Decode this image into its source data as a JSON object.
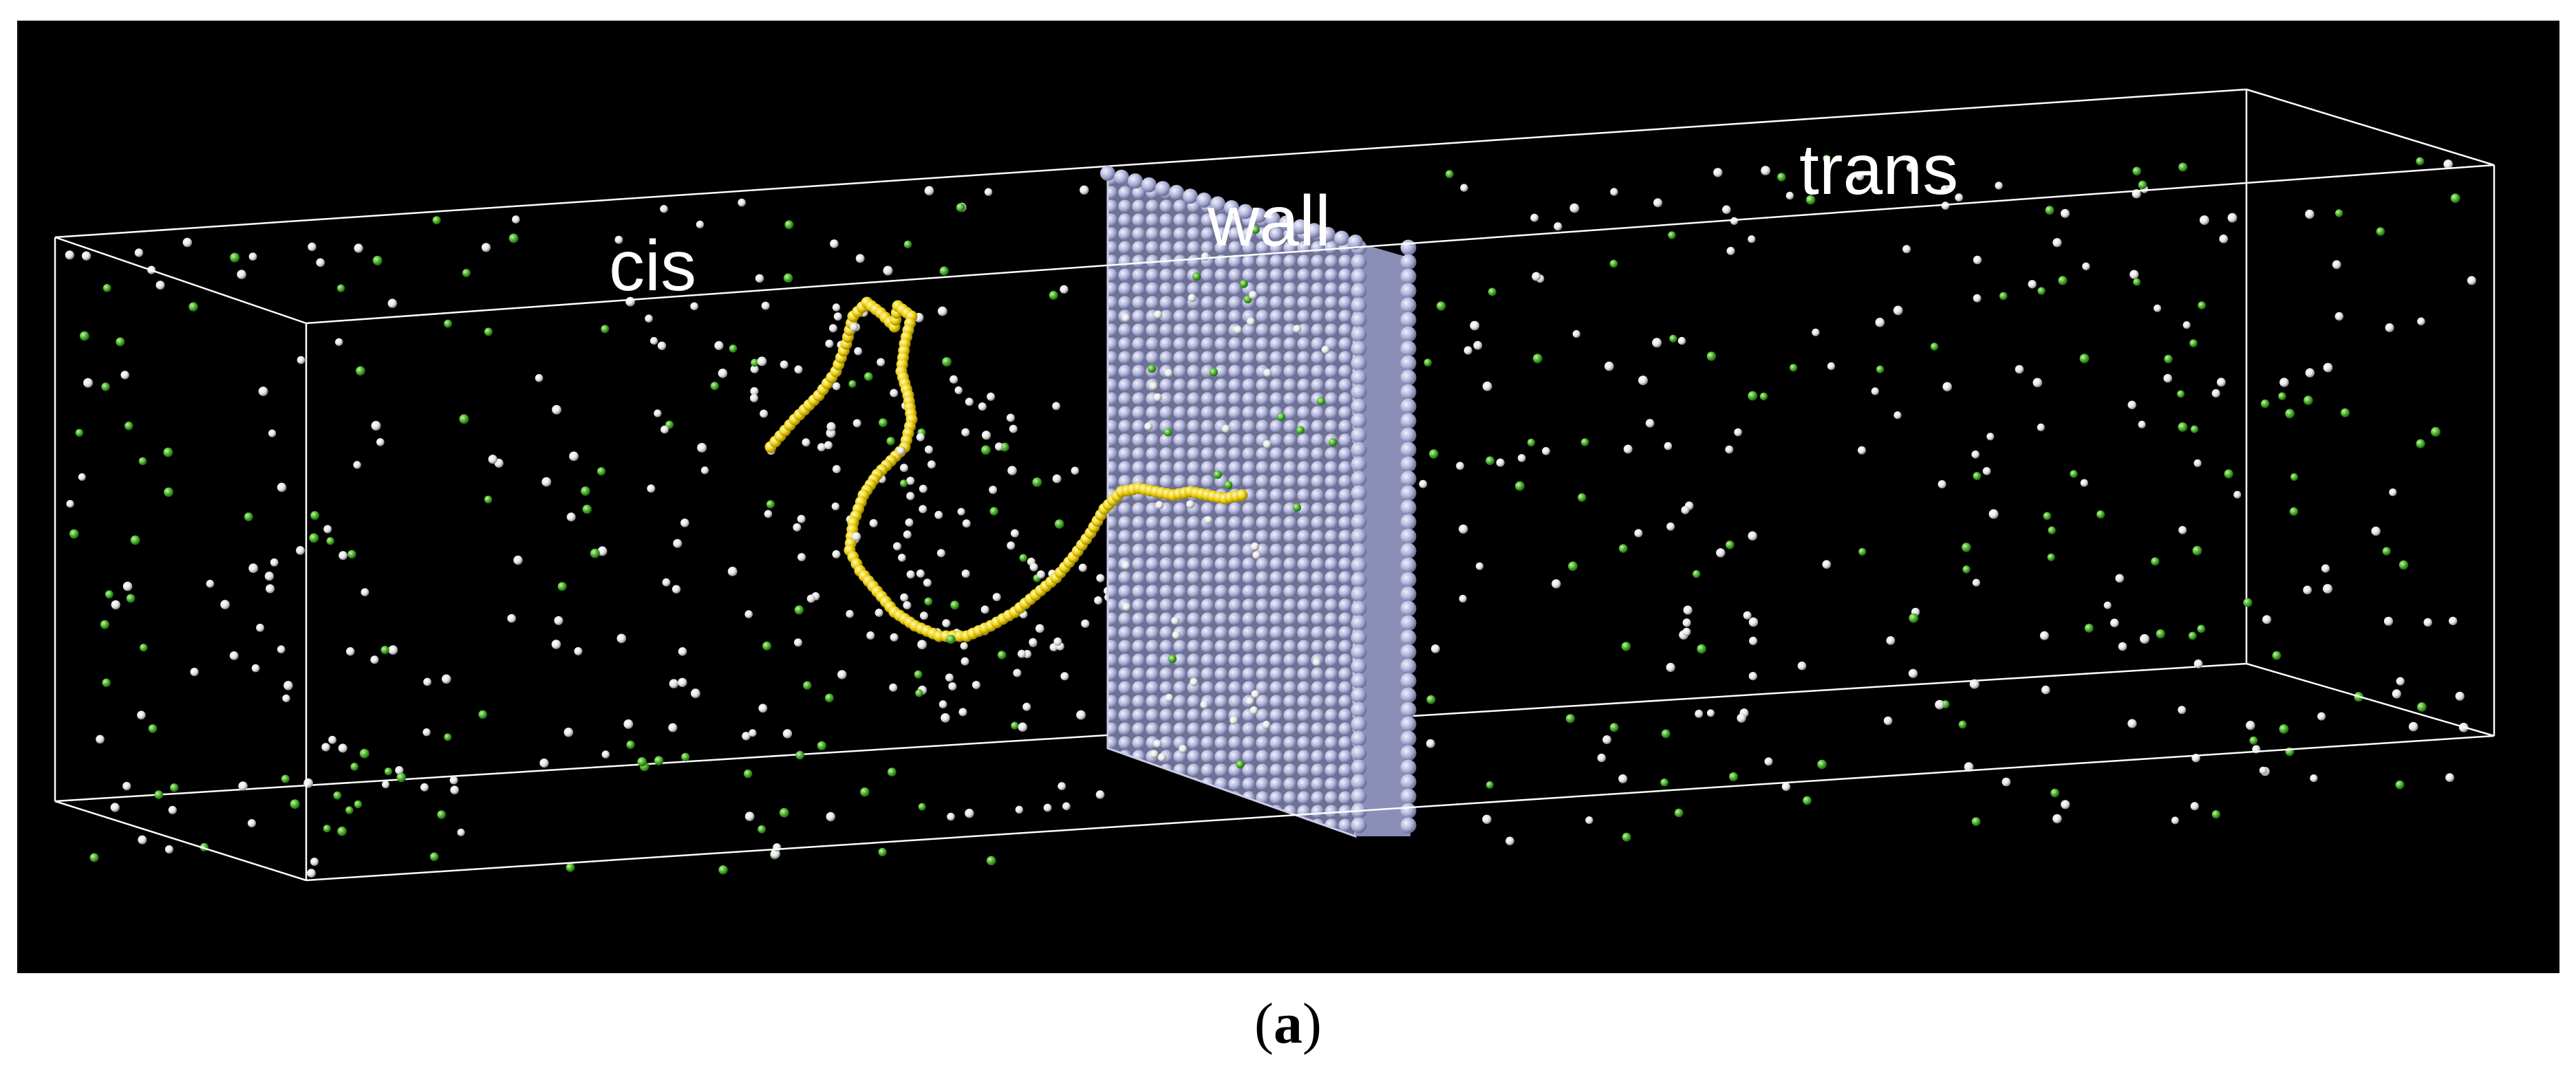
{
  "figure": {
    "labels": {
      "cis": "cis",
      "wall": "wall",
      "trans": "trans"
    },
    "caption": {
      "open": "(",
      "letter": "a",
      "close": ")"
    }
  },
  "colors": {
    "background": "#000000",
    "box_edges": "#ffffff",
    "polymer": "#f5e11a",
    "wall_beads": "#b4b6d8",
    "counterions_green": "#5cc23c",
    "ions_white": "#eeeeee"
  }
}
